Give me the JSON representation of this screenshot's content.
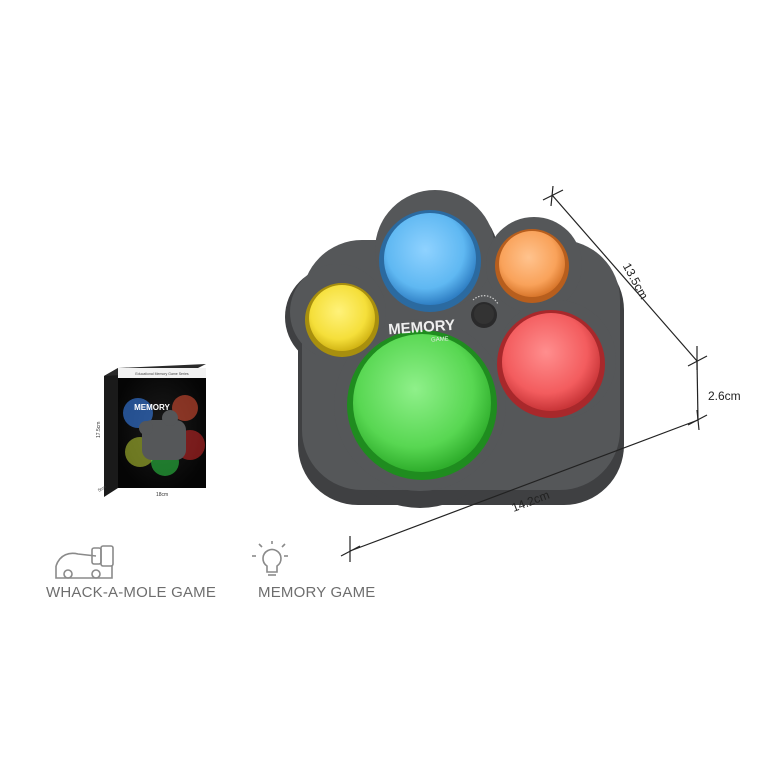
{
  "product": {
    "device_logo_main": "MEMORY",
    "device_logo_sub": "GAME",
    "box_logo": "MEMORY",
    "box_header_text": "Educational Memory Game Series",
    "colors": {
      "body": "#555759",
      "body_edge": "#3f4042",
      "blue": "#5fb8f2",
      "orange": "#f9a25a",
      "yellow": "#f5df3a",
      "red": "#f35c5e",
      "green": "#58d752",
      "dimension_line": "#222222"
    }
  },
  "dimensions": {
    "depth": "13.5cm",
    "height": "2.6cm",
    "width": "14.2cm",
    "box_height": "17.5cm",
    "box_width": "18cm",
    "box_depth": "5cm"
  },
  "features": [
    {
      "label": "WHACK-A-MOLE GAME",
      "icon": "hammer-mole-icon"
    },
    {
      "label": "MEMORY GAME",
      "icon": "lightbulb-icon"
    }
  ]
}
